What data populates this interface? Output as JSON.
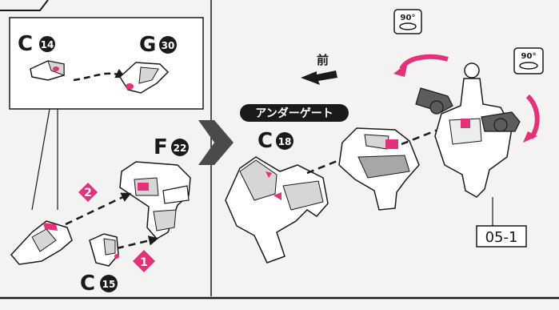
{
  "labels": {
    "left_top_a": {
      "letter": "C",
      "number": "14"
    },
    "left_top_b": {
      "letter": "G",
      "number": "30"
    },
    "left_f": {
      "letter": "F",
      "number": "22"
    },
    "left_c_bottom": {
      "letter": "C",
      "number": "15"
    },
    "right_c": {
      "letter": "C",
      "number": "18"
    }
  },
  "steps": [
    "1",
    "2"
  ],
  "front_label": "前",
  "under_gate_label": "アンダーゲート",
  "rotation_labels": [
    "90°",
    "90°"
  ],
  "part_code": "05-1",
  "colors": {
    "accent": "#e3317a",
    "part_fill": "#ffffff",
    "part_shade": "#d8d6d4",
    "dark_joint": "#5c5c5c",
    "background": "#f4f3f1"
  }
}
